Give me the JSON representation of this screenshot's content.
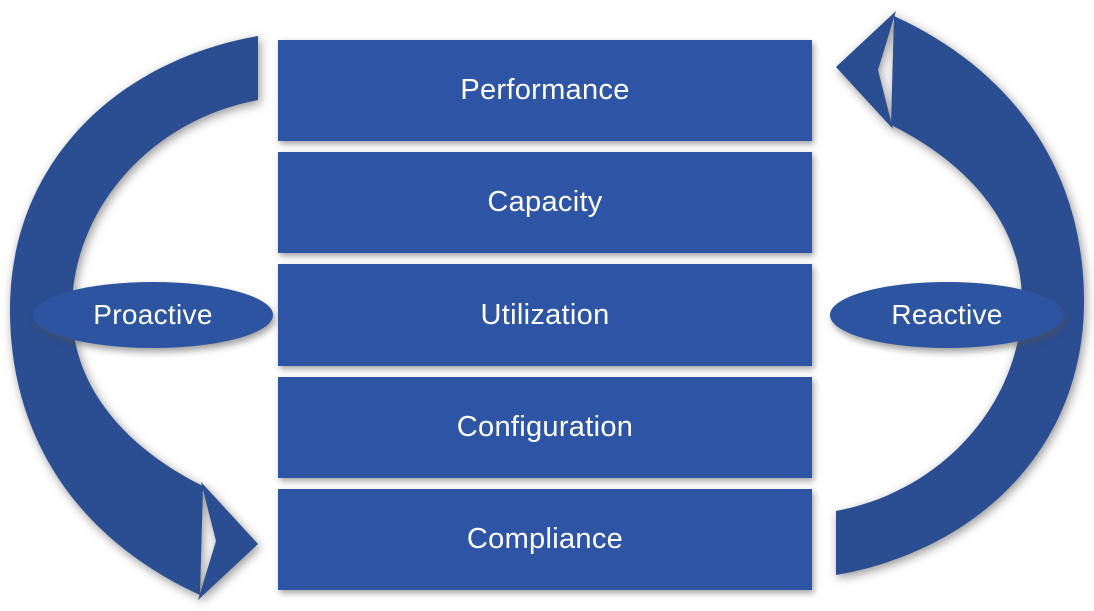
{
  "diagram": {
    "layers": [
      "Performance",
      "Capacity",
      "Utilization",
      "Configuration",
      "Compliance"
    ],
    "left_cycle": {
      "label": "Proactive",
      "arrow_direction": "top-to-bottom, arrowhead points right toward bottom bar"
    },
    "right_cycle": {
      "label": "Reactive",
      "arrow_direction": "bottom-to-top, arrowhead points left toward top bar"
    },
    "colors": {
      "bar": "#2e55a5",
      "loop": "#2b4d92",
      "ellipse": "#2d54a1",
      "label_text": "#ffffff",
      "background": "#ffffff"
    }
  }
}
